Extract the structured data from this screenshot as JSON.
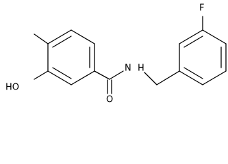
{
  "molecule": {
    "atom_labels": {
      "fluorine": "F",
      "hydroxyl": "HO",
      "amide_nitrogen": "N",
      "amide_hydrogen": "H",
      "carbonyl_oxygen": "O"
    }
  }
}
